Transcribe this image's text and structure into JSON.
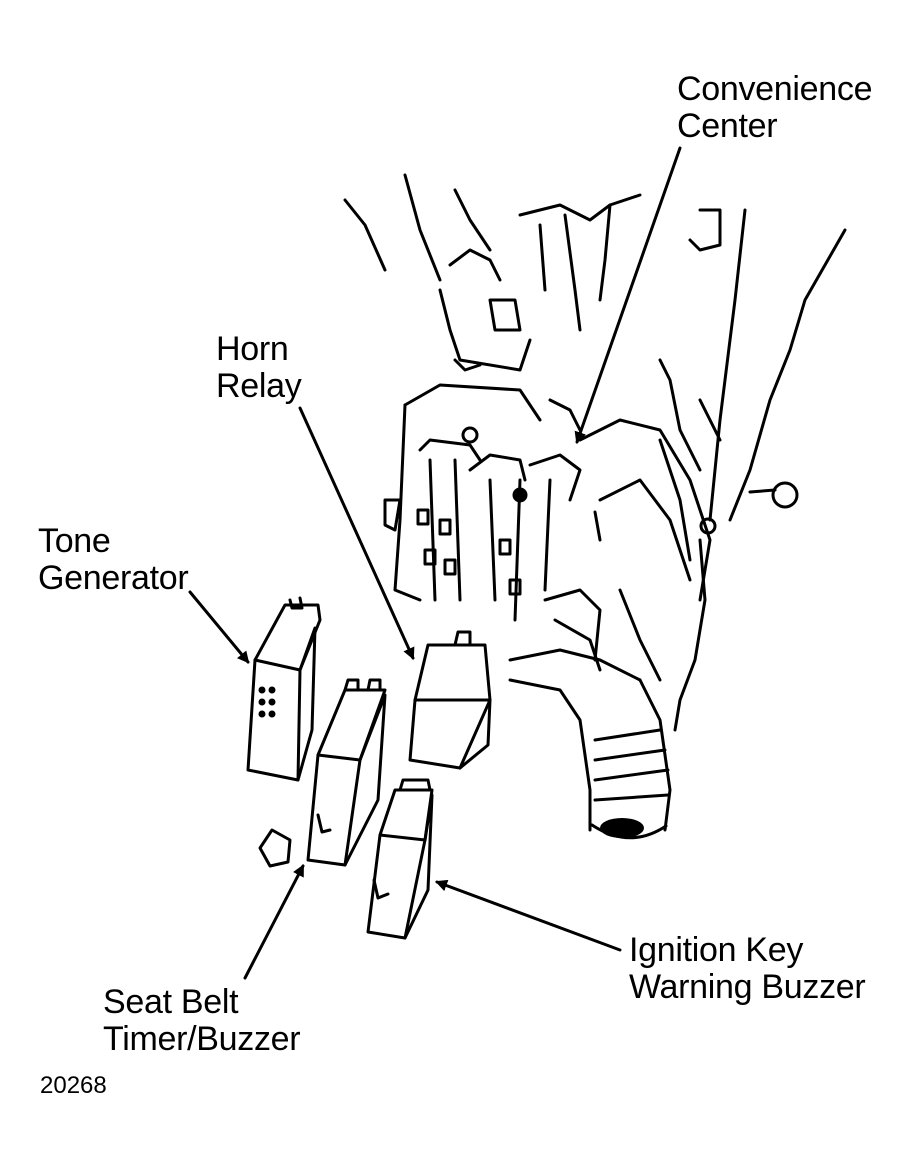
{
  "labels": {
    "convenience_center": {
      "line1": "Convenience",
      "line2": "Center"
    },
    "horn_relay": {
      "line1": "Horn",
      "line2": "Relay"
    },
    "tone_generator": {
      "line1": "Tone",
      "line2": "Generator"
    },
    "seat_belt": {
      "line1": "Seat Belt",
      "line2": "Timer/Buzzer"
    },
    "ignition_key": {
      "line1": "Ignition Key",
      "line2": "Warning Buzzer"
    }
  },
  "figure_number": "20268",
  "colors": {
    "ink": "#000000",
    "paper": "#ffffff"
  }
}
